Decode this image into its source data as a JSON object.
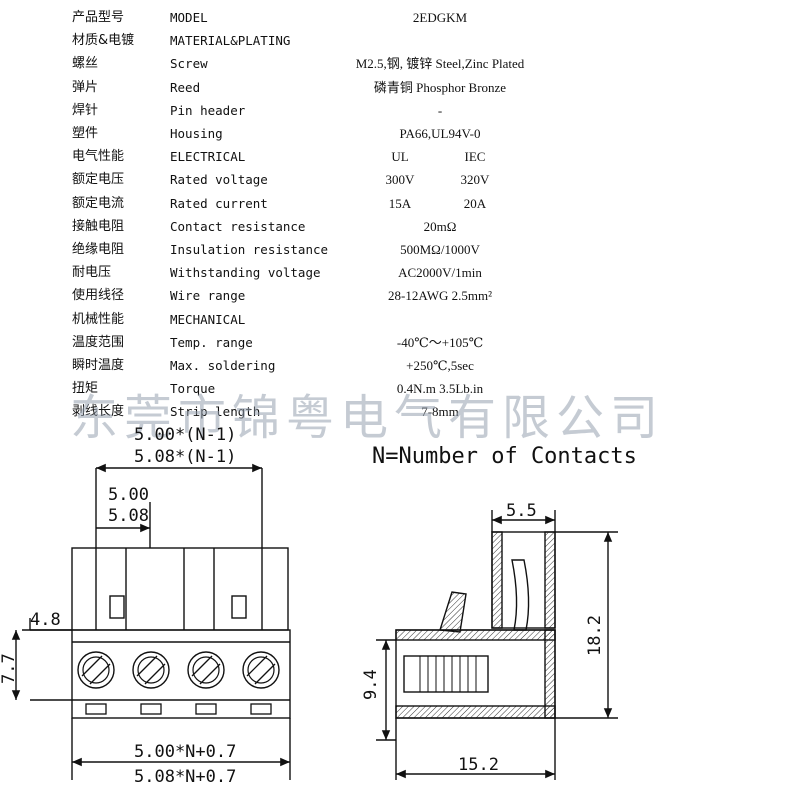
{
  "spec_rows": [
    {
      "cn": "产品型号",
      "en": "MODEL",
      "value": "2EDGKM"
    },
    {
      "cn": "材质&电镀",
      "en": "MATERIAL&PLATING",
      "value": ""
    },
    {
      "cn": "螺丝",
      "en": "Screw",
      "value": "M2.5,钢, 镀锌 Steel,Zinc Plated"
    },
    {
      "cn": "弹片",
      "en": "Reed",
      "value": "磷青铜 Phosphor Bronze"
    },
    {
      "cn": "焊针",
      "en": "Pin header",
      "value": "-"
    },
    {
      "cn": "塑件",
      "en": "Housing",
      "value": "PA66,UL94V-0"
    },
    {
      "cn": "电气性能",
      "en": "ELECTRICAL",
      "ul": "UL",
      "iec": "IEC"
    },
    {
      "cn": "额定电压",
      "en": "Rated voltage",
      "ul": "300V",
      "iec": "320V"
    },
    {
      "cn": "额定电流",
      "en": "Rated current",
      "ul": "15A",
      "iec": "20A"
    },
    {
      "cn": "接触电阻",
      "en": "Contact resistance",
      "value": "20mΩ"
    },
    {
      "cn": "绝缘电阻",
      "en": "Insulation resistance",
      "value": "500MΩ/1000V"
    },
    {
      "cn": "耐电压",
      "en": "Withstanding voltage",
      "value": "AC2000V/1min"
    },
    {
      "cn": "使用线径",
      "en": "Wire range",
      "value": "28-12AWG 2.5mm²"
    },
    {
      "cn": "机械性能",
      "en": "MECHANICAL",
      "value": ""
    },
    {
      "cn": "温度范围",
      "en": "Temp. range",
      "value": "-40℃～+105℃"
    },
    {
      "cn": "瞬时温度",
      "en": "Max. soldering",
      "value": "+250℃,5sec"
    },
    {
      "cn": "扭矩",
      "en": "Torque",
      "value": "0.4N.m 3.5Lb.in"
    },
    {
      "cn": "剥线长度",
      "en": "Strip length",
      "value": "7-8mm"
    }
  ],
  "watermark": "东莞市锦粤电气有限公司",
  "drawing": {
    "n_label": "N=Number of Contacts",
    "dims": {
      "top_overall_1": "5.00*(N-1)",
      "top_overall_2": "5.08*(N-1)",
      "pitch_1": "5.00",
      "pitch_2": "5.08",
      "left_offset": "4.8",
      "left_height": "7.7",
      "bottom_overall_1": "5.00*N+0.7",
      "bottom_overall_2": "5.08*N+0.7",
      "side_top": "5.5",
      "side_height": "18.2",
      "side_lower": "9.4",
      "side_width": "15.2"
    },
    "positions": 4
  }
}
